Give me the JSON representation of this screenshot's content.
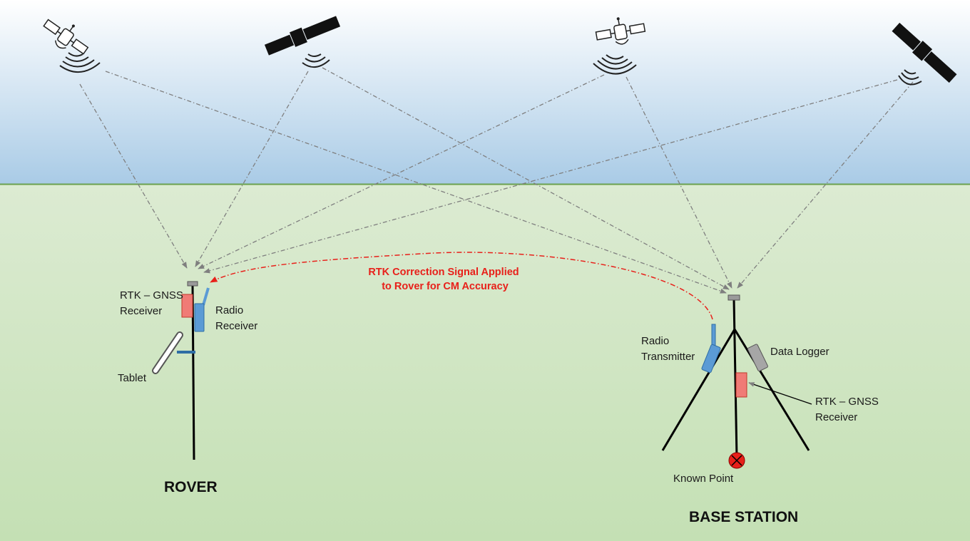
{
  "colors": {
    "sky_top": "#ffffff",
    "sky_bottom": "#a9cbe6",
    "horizon": "#6aa04f",
    "ground_top": "#dcebd2",
    "ground_bottom": "#c4e0b4",
    "signal_line": "#7f7f7f",
    "correction_signal": "#e8201a",
    "receiver": "#f07b76",
    "radio": "#5b9bd5",
    "data_logger": "#a6a6a6",
    "known_point": "#e8201a"
  },
  "correction_signal": {
    "line1": "RTK Correction Signal Applied",
    "line2": "to Rover for CM Accuracy"
  },
  "rover": {
    "title": "ROVER",
    "gnss_receiver": {
      "line1": "RTK – GNSS",
      "line2": "Receiver"
    },
    "radio_receiver": {
      "line1": "Radio",
      "line2": "Receiver"
    },
    "tablet": "Tablet"
  },
  "base_station": {
    "title": "BASE STATION",
    "radio_transmitter": {
      "line1": "Radio",
      "line2": "Transmitter"
    },
    "data_logger": "Data Logger",
    "gnss_receiver": {
      "line1": "RTK – GNSS",
      "line2": "Receiver"
    },
    "known_point": "Known Point"
  },
  "satellites": [
    {
      "icon": "satellite-dish-icon"
    },
    {
      "icon": "satellite-icon"
    },
    {
      "icon": "satellite-dish-icon"
    },
    {
      "icon": "satellite-icon"
    }
  ]
}
